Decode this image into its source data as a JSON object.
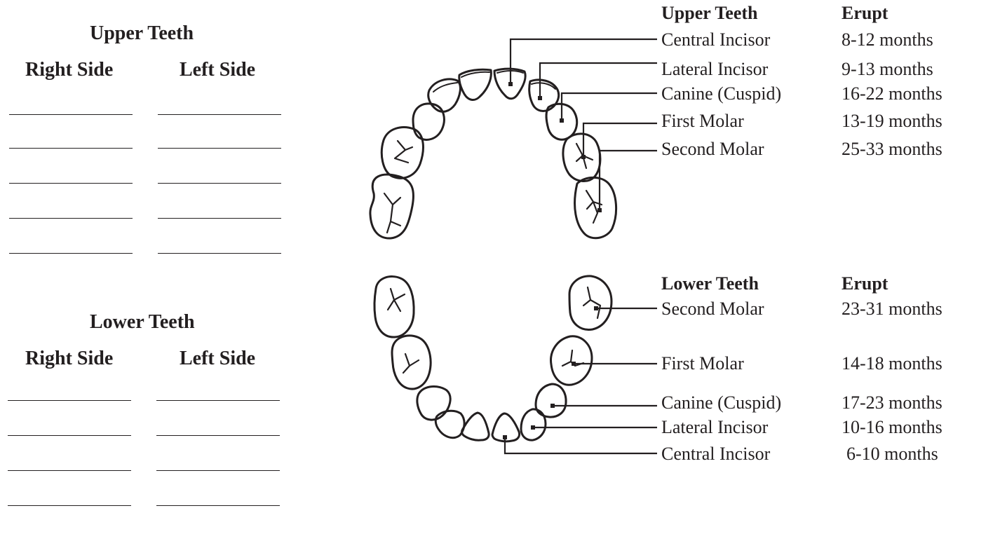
{
  "worksheet": {
    "upper": {
      "heading": "Upper Teeth",
      "right_side": "Right Side",
      "left_side": "Left Side"
    },
    "lower": {
      "heading": "Lower Teeth",
      "right_side": "Right Side",
      "left_side": "Left Side"
    }
  },
  "upper_table": {
    "heading": "Upper Teeth",
    "erupt_heading": "Erupt",
    "rows": [
      {
        "tooth": "Central Incisor",
        "erupt": "8-12 months"
      },
      {
        "tooth": "Lateral Incisor",
        "erupt": "9-13 months"
      },
      {
        "tooth": "Canine (Cuspid)",
        "erupt": "16-22 months"
      },
      {
        "tooth": "First Molar",
        "erupt": "13-19 months"
      },
      {
        "tooth": "Second Molar",
        "erupt": "25-33 months"
      }
    ]
  },
  "lower_table": {
    "heading": "Lower Teeth",
    "erupt_heading": "Erupt",
    "rows": [
      {
        "tooth": "Second Molar",
        "erupt": "23-31 months"
      },
      {
        "tooth": "First Molar",
        "erupt": "14-18 months"
      },
      {
        "tooth": "Canine (Cuspid)",
        "erupt": "17-23 months"
      },
      {
        "tooth": "Lateral Incisor",
        "erupt": "10-16 months"
      },
      {
        "tooth": "Central Incisor",
        "erupt": "6-10 months"
      }
    ]
  },
  "colors": {
    "ink": "#231f20",
    "background": "#ffffff"
  }
}
